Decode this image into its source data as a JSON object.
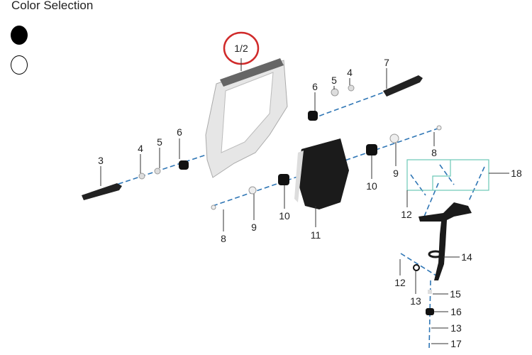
{
  "header": {
    "title": "Color Selection"
  },
  "colors": [
    {
      "name": "black",
      "hex": "#000000"
    },
    {
      "name": "white",
      "hex": "#ffffff"
    }
  ],
  "highlight_color": "#d02a2a",
  "callouts": {
    "c12": "1/2",
    "c3": "3",
    "c4a": "4",
    "c5a": "5",
    "c6a": "6",
    "c6b": "6",
    "c5b": "5",
    "c4b": "4",
    "c7": "7",
    "c8a": "8",
    "c9a": "9",
    "c10a": "10",
    "c10b": "10",
    "c9b": "9",
    "c8b": "8",
    "c11": "11",
    "c12a": "12",
    "c18": "18",
    "c14": "14",
    "c12b": "12",
    "c13a": "13",
    "c15": "15",
    "c16": "16",
    "c13b": "13",
    "c17": "17"
  }
}
